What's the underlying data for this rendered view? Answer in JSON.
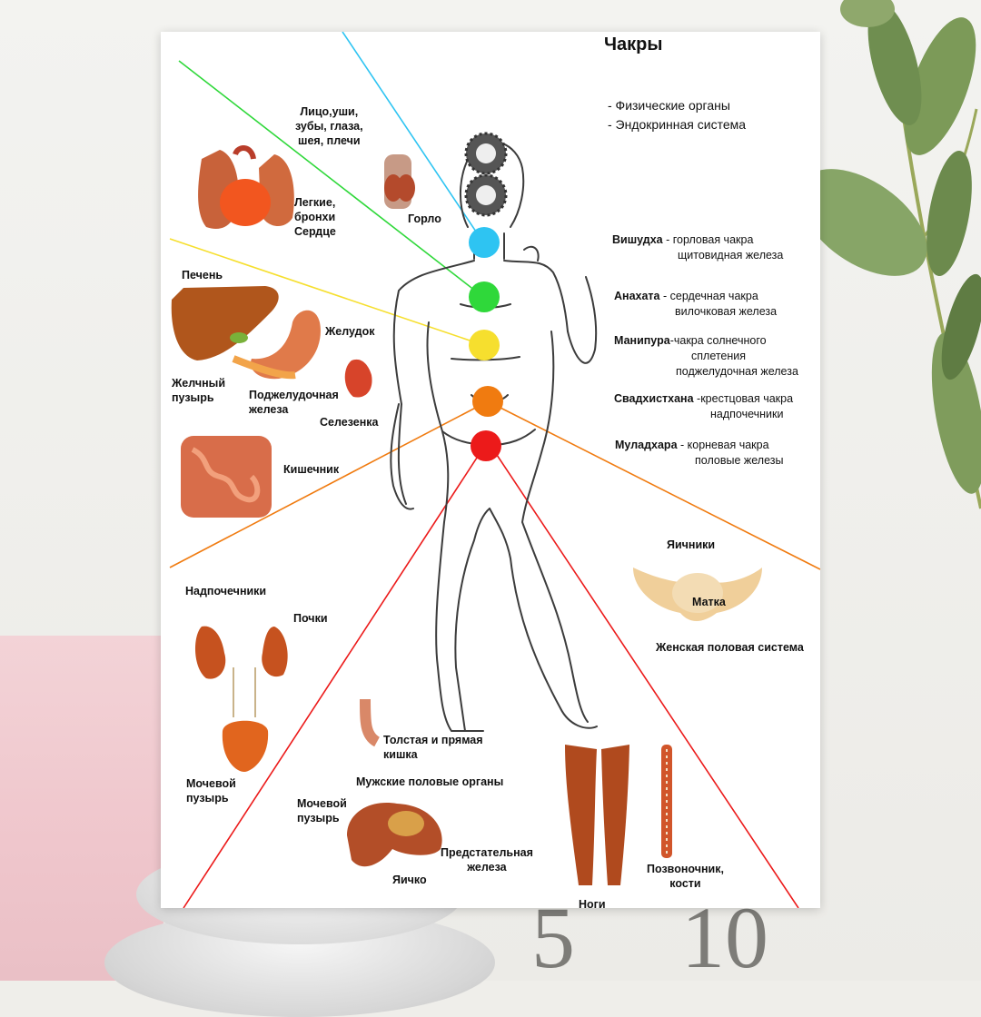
{
  "poster": {
    "title": "Чакры",
    "legend": [
      "- Физические органы",
      "- Эндокринная система"
    ]
  },
  "chakras": [
    {
      "name": "Вишудха",
      "desc": " - горловая чакра",
      "gland": "щитовидная железа",
      "color": "#2ec4f2"
    },
    {
      "name": "Анахата",
      "desc": " - сердечная чакра",
      "gland": "вилочковая железа",
      "color": "#2fd83a"
    },
    {
      "name": "Манипура",
      "desc": "-чакра солнечного",
      "desc2": "сплетения",
      "gland": "поджелудочная железа",
      "color": "#f6df2e"
    },
    {
      "name": "Свадхистхана",
      "desc": " -крестцовая чакра",
      "gland": "надпочечники",
      "color": "#f07b10"
    },
    {
      "name": "Муладхара",
      "desc": " - корневая чакра",
      "gland": "половые железы",
      "color": "#ec1a1a"
    }
  ],
  "organs": {
    "face": "Лицо,уши,\nзубы, глаза,\nшея, плечи",
    "throat": "Горло",
    "lungs": "Легкие,\nбронхи\nСердце",
    "liver": "Печень",
    "stomach": "Желудок",
    "gallbladder": "Желчный\nпузырь",
    "pancreas": "Поджелудочная\nжелеза",
    "spleen": "Селезенка",
    "intestine": "Кишечник",
    "adrenals": "Надпочечники",
    "kidneys": "Почки",
    "bladder": "Мочевой\nпузырь",
    "colon": "Толстая и прямая\nкишка",
    "male": "Мужские половые органы",
    "male_bladder": "Мочевой\nпузырь",
    "prostate": "Предстательная\nжелеза",
    "testicle": "Яичко",
    "legs": "Ноги",
    "spine": "Позвоночник,\nкости",
    "ovaries": "Яичники",
    "uterus": "Матка",
    "female": "Женская половая система"
  },
  "background": {
    "number_left": "5",
    "number_right": "10"
  }
}
